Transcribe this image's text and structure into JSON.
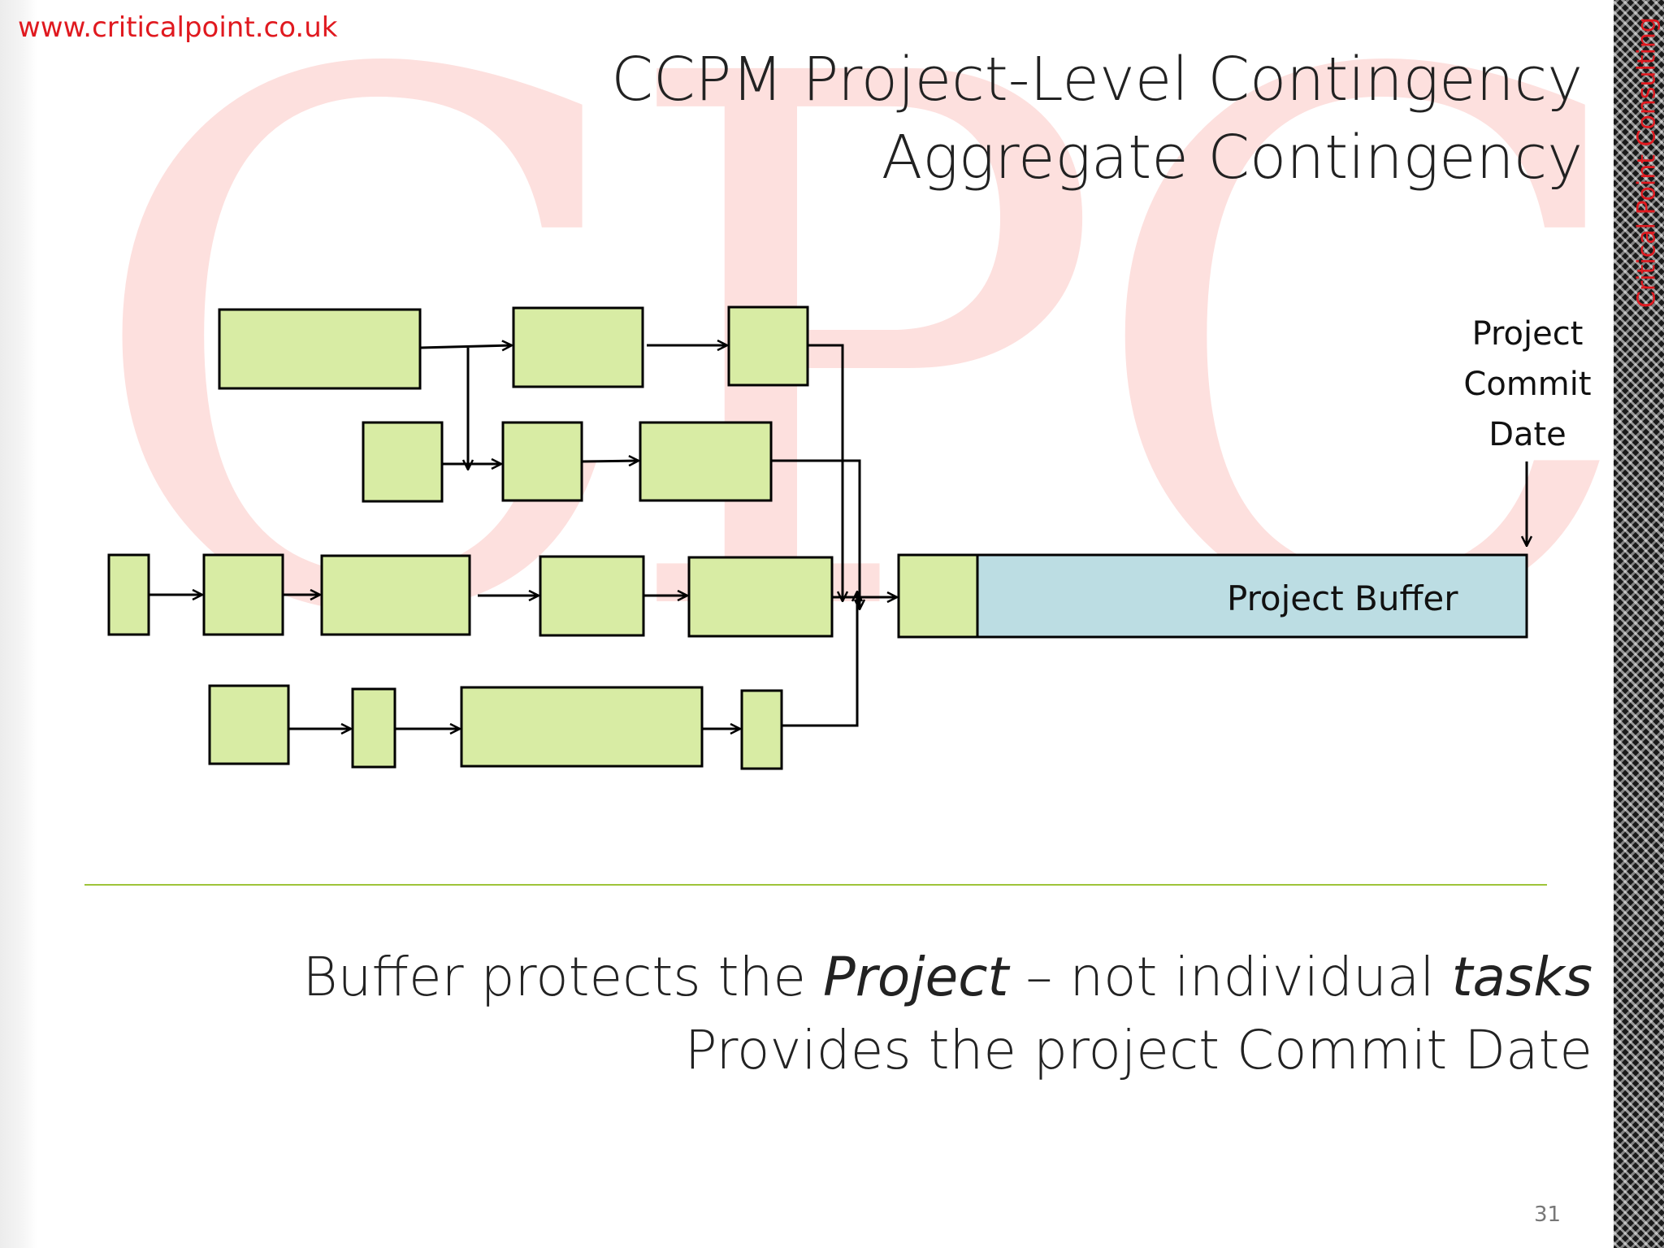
{
  "brand": {
    "url": "www.criticalpoint.co.uk",
    "vertical_name": "Critical Point Consulting",
    "watermark": "CPC",
    "accent_color": "#e0191f"
  },
  "title": {
    "line1": "CCPM Project-Level Contingency",
    "line2": "Aggregate Contingency"
  },
  "diagram": {
    "task_color": "#d8eca4",
    "buffer_color": "#bcdde3",
    "commit_label": [
      "Project",
      "Commit",
      "Date"
    ],
    "buffer_label": "Project Buffer"
  },
  "statements": {
    "line1": {
      "pre": "Buffer protects the ",
      "em1": "Project",
      "mid": " – not individual ",
      "em2": "tasks"
    },
    "line2": "Provides the project Commit Date"
  },
  "divider_color": "#9ec43a",
  "page_number": "31"
}
